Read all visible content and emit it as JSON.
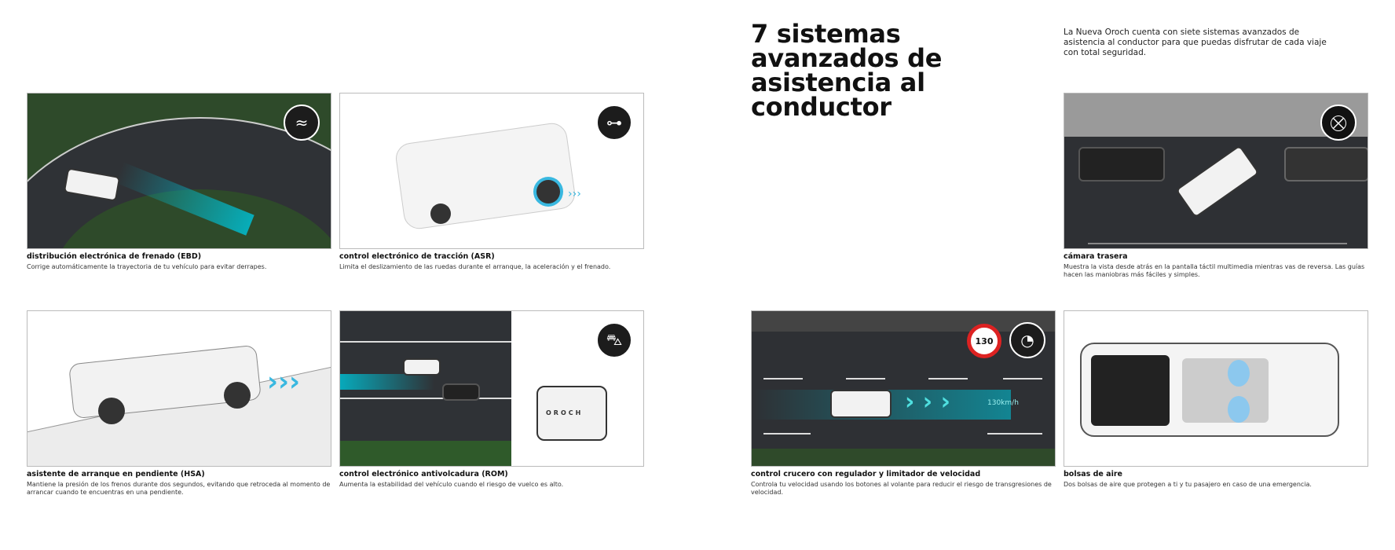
{
  "header": {
    "title": "7 sistemas avanzados de asistencia al conductor",
    "intro": "La Nueva Oroch cuenta con siete sistemas avanzados de asistencia al conductor para que puedas disfrutar de cada viaje con total seguridad."
  },
  "features": [
    {
      "title": "distribución electrónica de frenado (EBD)",
      "desc": "Corrige automáticamente la trayectoria de tu vehículo para evitar derrapes.",
      "icon": "skid-control-icon"
    },
    {
      "title": "control electrónico de tracción (ASR)",
      "desc": "Limita el deslizamiento de las ruedas durante el arranque, la aceleración y el frenado.",
      "icon": "traction-axle-icon"
    },
    {
      "title": "cámara trasera",
      "desc": "Muestra la vista desde atrás en la pantalla táctil multimedia mientras vas de reversa.  Las guías hacen las maniobras más fáciles y simples.",
      "icon": "rear-camera-icon"
    },
    {
      "title": "asistente de arranque en pendiente (HSA)",
      "desc": "Mantiene la presión de los frenos durante dos segundos, evitando que retroceda al momento de arrancar cuando te encuentras en una pendiente."
    },
    {
      "title": "control electrónico antivolcadura (ROM)",
      "desc": "Aumenta la estabilidad del vehículo cuando el riesgo de vuelco es alto.",
      "icon": "rollover-car-icon"
    },
    {
      "title": "control crucero con regulador y limitador de velocidad",
      "desc": "Controla tu velocidad usando los botones al volante para reducir el riesgo de transgresiones de velocidad.",
      "icon": "speed-limit-icon",
      "sign": "130",
      "speed_label": "130km/h"
    },
    {
      "title": "bolsas de aire",
      "desc": "Dos bolsas de aire que protegen a ti y tu pasajero en caso de una emergencia."
    }
  ],
  "rom_image_text": "OROCH",
  "colors": {
    "accent": "#00b4cc",
    "badge": "#1c1c1c"
  }
}
